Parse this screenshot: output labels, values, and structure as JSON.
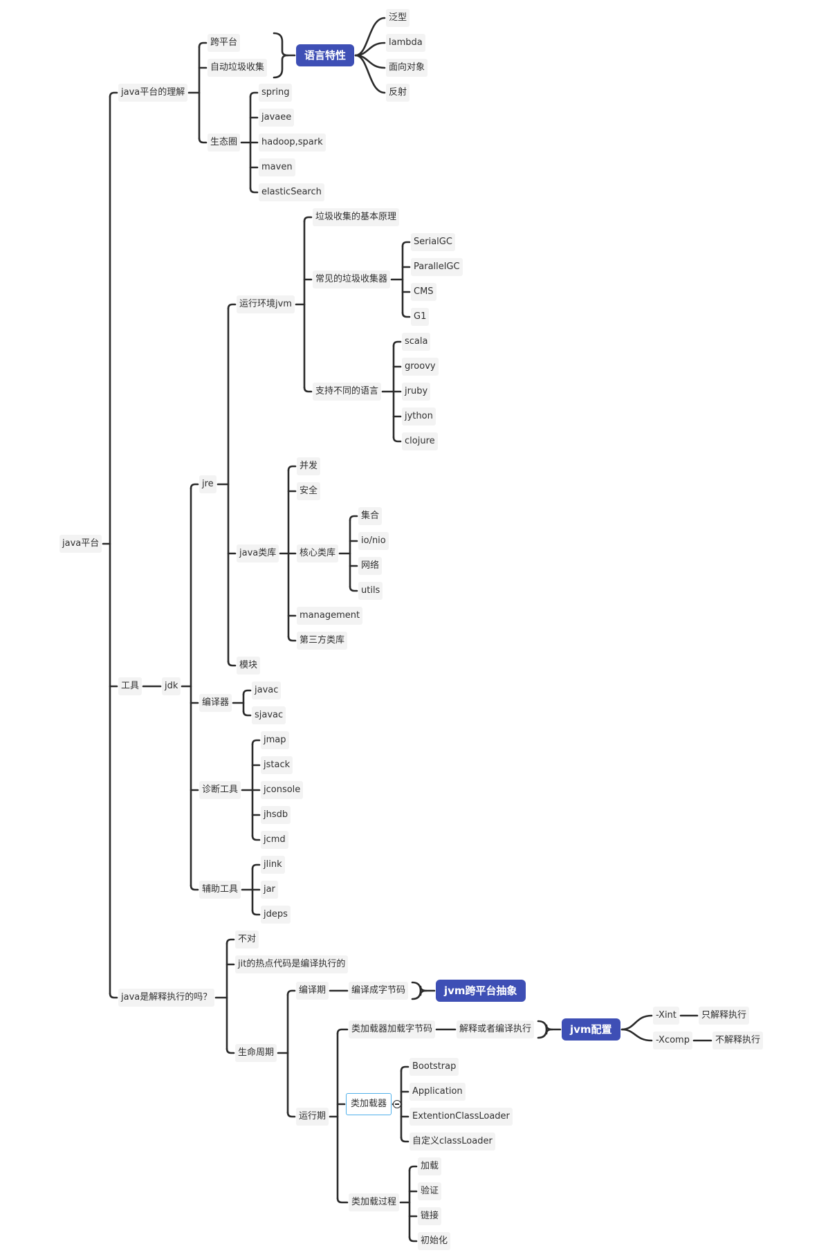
{
  "nodes": {
    "root": "java平台",
    "understand": "java平台的理解",
    "cross": "跨平台",
    "autogc": "自动垃圾收集",
    "langfeat": "语言特性",
    "generic": "泛型",
    "lambda": "lambda",
    "oop": "面向对象",
    "reflect": "反射",
    "eco": "生态圈",
    "spring": "spring",
    "javaee": "javaee",
    "hadoop": "hadoop,spark",
    "maven": "maven",
    "es": "elasticSearch",
    "tools": "工具",
    "jdk": "jdk",
    "jre": "jre",
    "jvm": "运行环境jvm",
    "gcprinciple": "垃圾收集的基本原理",
    "gccollectors": "常见的垃圾收集器",
    "serialgc": "SerialGC",
    "parallelgc": "ParallelGC",
    "cms": "CMS",
    "g1": "G1",
    "langs": "支持不同的语言",
    "scala": "scala",
    "groovy": "groovy",
    "jruby": "jruby",
    "jython": "jython",
    "clojure": "clojure",
    "javalib": "java类库",
    "concurrent": "并发",
    "security": "安全",
    "corelib": "核心类库",
    "collections": "集合",
    "nio": "io/nio",
    "network": "网络",
    "utils": "utils",
    "management": "management",
    "thirdparty": "第三方类库",
    "module": "模块",
    "compiler": "编译器",
    "javac": "javac",
    "sjavac": "sjavac",
    "diag": "诊断工具",
    "jmap": "jmap",
    "jstack": "jstack",
    "jconsole": "jconsole",
    "jhsdb": "jhsdb",
    "jcmd": "jcmd",
    "aux": "辅助工具",
    "jlink": "jlink",
    "jar": "jar",
    "jdeps": "jdeps",
    "interp": "java是解释执行的吗？",
    "no": "不对",
    "jit": "jit的热点代码是编译执行的",
    "lifecycle": "生命周期",
    "compiletime": "编译期",
    "tobytecode": "编译成字节码",
    "jvmabs": "jvm跨平台抽象",
    "runtime": "运行期",
    "loadbytecode": "类加载器加载字节码",
    "interpcomp": "解释或者编译执行",
    "jvmcfg": "jvm配置",
    "xint": "-Xint",
    "interponly": "只解释执行",
    "xcomp": "-Xcomp",
    "nointerp": "不解释执行",
    "classloader": "类加载器",
    "bootstrap": "Bootstrap",
    "application": "Application",
    "extcl": "ExtentionClassLoader",
    "customcl": "自定义classLoader",
    "loadproc": "类加载过程",
    "load": "加载",
    "verify": "验证",
    "link": "链接",
    "init": "初始化"
  },
  "colors": {
    "accent": "#3e4fb5",
    "selected_border": "#4fb0ea",
    "line": "#2a2a2a"
  }
}
